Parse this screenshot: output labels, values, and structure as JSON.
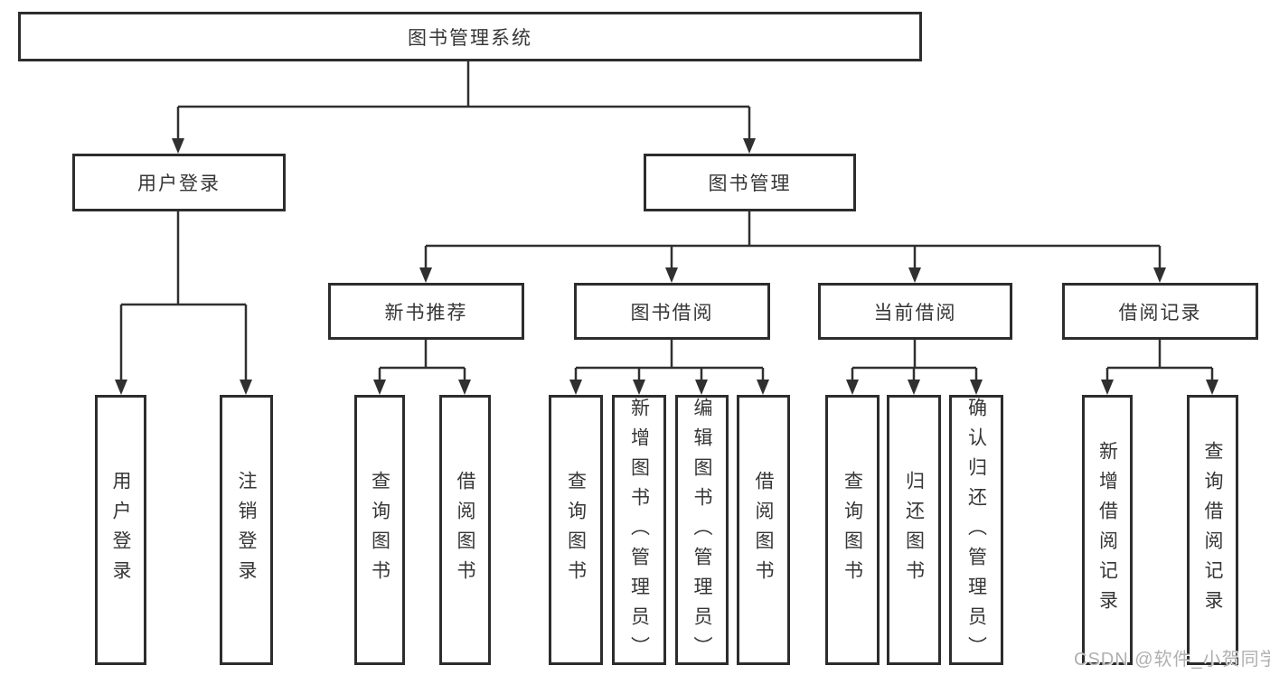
{
  "diagram": {
    "root": {
      "label": "图书管理系统"
    },
    "level2": [
      {
        "label": "用户登录"
      },
      {
        "label": "图书管理"
      }
    ],
    "level3": [
      {
        "label": "新书推荐"
      },
      {
        "label": "图书借阅"
      },
      {
        "label": "当前借阅"
      },
      {
        "label": "借阅记录"
      }
    ],
    "leaves": [
      {
        "label": "用户登录"
      },
      {
        "label": "注销登录"
      },
      {
        "label": "查询图书"
      },
      {
        "label": "借阅图书"
      },
      {
        "label": "查询图书"
      },
      {
        "label": "新增图书（管理员）"
      },
      {
        "label": "编辑图书（管理员）"
      },
      {
        "label": "借阅图书"
      },
      {
        "label": "查询图书"
      },
      {
        "label": "归还图书"
      },
      {
        "label": "确认归还（管理员）"
      },
      {
        "label": "新增借阅记录"
      },
      {
        "label": "查询借阅记录"
      }
    ]
  },
  "watermark": {
    "text": "CSDN @软件_小贺同学"
  },
  "colors": {
    "line": "#303030",
    "border": "#2d2d2d",
    "fill": "#ffffff",
    "text": "#363636",
    "watermark": "#b0b0b0",
    "background": "#ffffff"
  }
}
